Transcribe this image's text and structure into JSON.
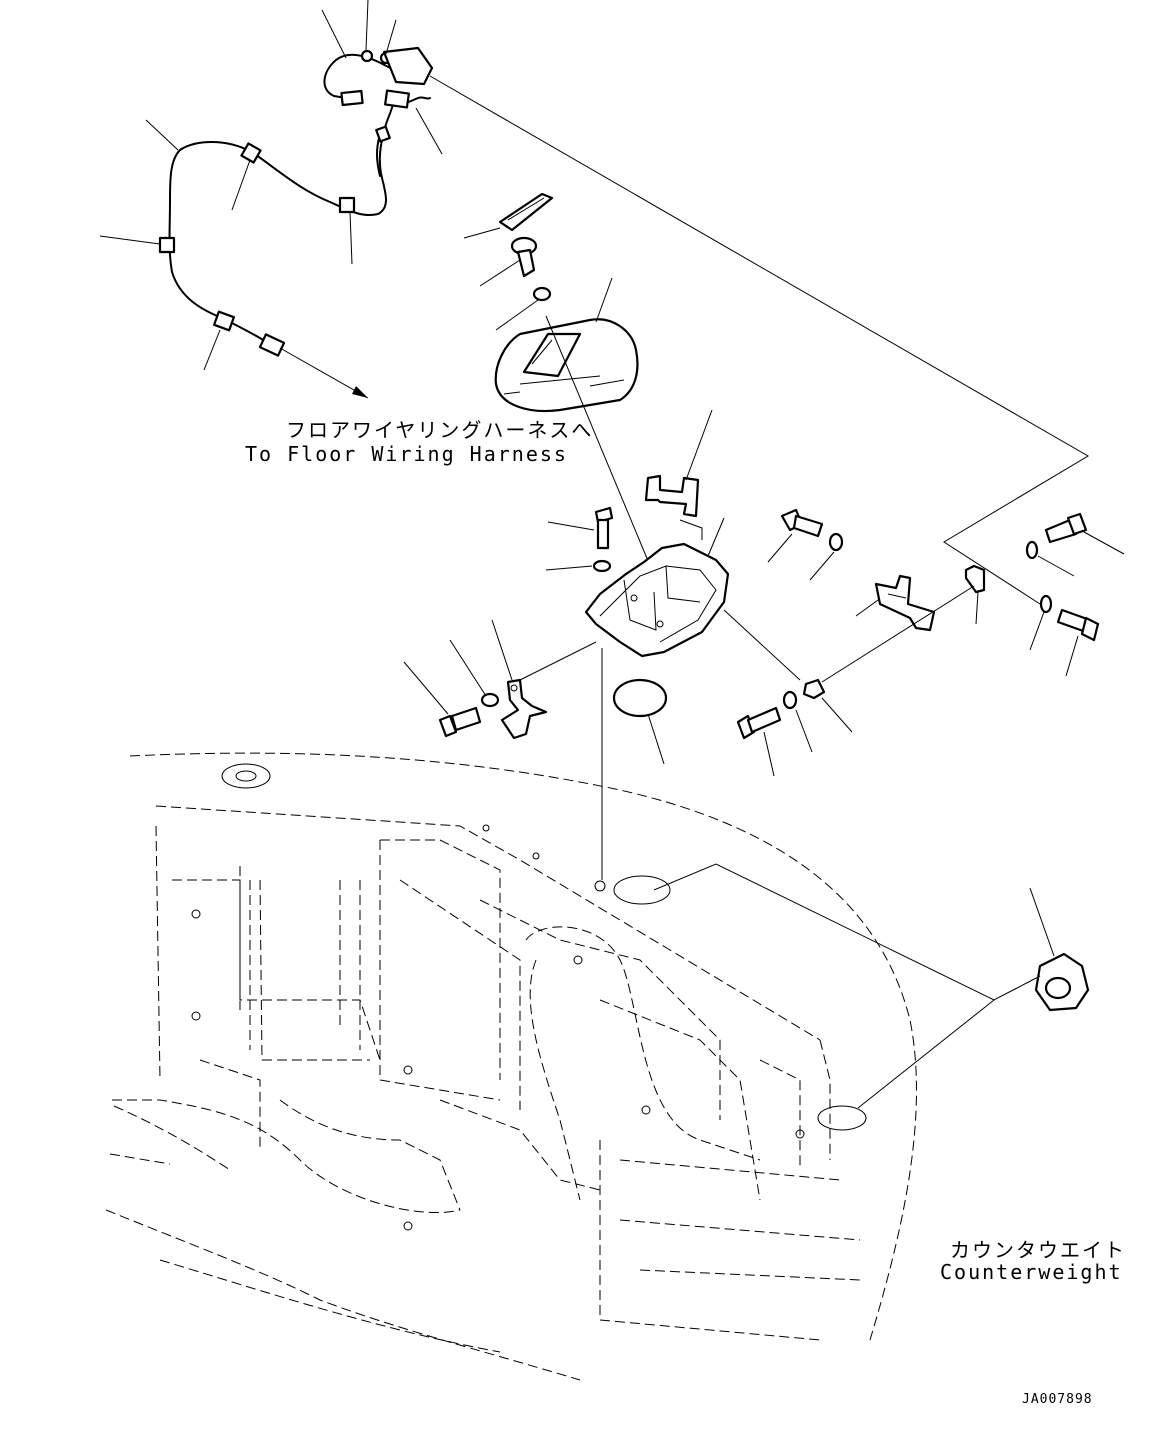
{
  "labels": {
    "floor_harness_jp": "フロアワイヤリングハーネスへ",
    "floor_harness_en": "To Floor Wiring Harness",
    "counterweight_jp": "カウンタウエイト",
    "counterweight_en": "Counterweight"
  },
  "drawing_code": "JA007898"
}
